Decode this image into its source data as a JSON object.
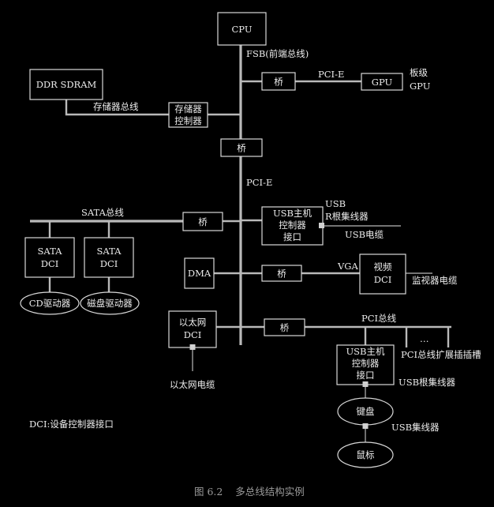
{
  "nodes": {
    "cpu": "CPU",
    "fsb": "FSB(前端总线)",
    "ddr": "DDR SDRAM",
    "mem_bus": "存储器总线",
    "mem_ctrl": [
      "存储器",
      "控制器"
    ],
    "bridge": "桥",
    "pcie_top": "PCI-E",
    "gpu": "GPU",
    "board_gpu": [
      "板级",
      "GPU"
    ],
    "pcie_main": "PCI-E",
    "sata_bus": "SATA总线",
    "sata_dci": [
      "SATA",
      "DCI"
    ],
    "cd_drive": "CD驱动器",
    "disk_drive": "磁盘驱动器",
    "usb_host_top": [
      "USB主机",
      "控制器",
      "接口"
    ],
    "usb_r_hub": [
      "USB",
      "R根集线器"
    ],
    "usb_cable": "USB电缆",
    "dma": "DMA",
    "vga": "VGA",
    "video_dci": [
      "视频",
      "DCI"
    ],
    "monitor_cable": "监视器电缆",
    "ethernet_dci": [
      "以太网",
      "DCI"
    ],
    "ethernet_cable": "以太网电缆",
    "pci_bus": "PCI总线",
    "ellipsis": "…",
    "pci_slots": "PCI总线扩展插插槽",
    "usb_host_bottom": [
      "USB主机",
      "控制器",
      "接口"
    ],
    "usb_root_hub": "USB根集线器",
    "keyboard": "键盘",
    "usb_hub": "USB集线器",
    "mouse": "鼠标",
    "legend": "DCI:设备控制器接口"
  },
  "caption": "图 6.2    多总线结构实例",
  "colors": {
    "background": "#000000",
    "line": "#b9b9b9",
    "text": "#ececec",
    "caption": "#9a9a9a"
  }
}
